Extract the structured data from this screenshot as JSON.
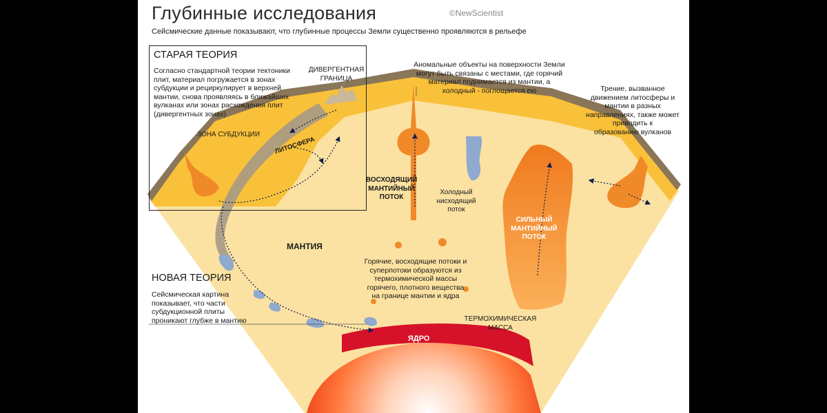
{
  "header": {
    "title": "Глубинные исследования",
    "subtitle": "Сейсмические данные показывают, что глубинные процессы Земли существенно проявляются в рельефе",
    "brand": "©NewScientist"
  },
  "old_theory": {
    "heading": "СТАРАЯ ТЕОРИЯ",
    "text": [
      "Согласно стандартной теории тектоники",
      "плит, материал погружается в зонах",
      "субдукции и рециркулирует в верхней",
      "мантии, снова проявляясь в ближайших",
      "вулканах или зонах расхождения плит",
      "(дивергентных зонах)"
    ]
  },
  "new_theory": {
    "heading": "НОВАЯ ТЕОРИЯ",
    "text": [
      "Сейсмическая картина",
      "показывает, что части",
      "субдукционной плиты",
      "проникают глубже в мантию"
    ]
  },
  "labels": {
    "divergent": [
      "ДИВЕРГЕНТНАЯ",
      "ГРАНИЦА"
    ],
    "subduction": "ЗОНА СУБДУКЦИИ",
    "lithosphere": "ЛИТОСФЕРА",
    "upwelling": [
      "ВОСХОДЯЩИЙ",
      "МАНТИЙНЫЙ",
      "ПОТОК"
    ],
    "cold_down": [
      "Холодный",
      "нисходящий",
      "поток"
    ],
    "mantle": "МАНТИЯ",
    "strong_flow": [
      "СИЛЬНЫЙ",
      "МАНТИЙНЫЙ",
      "ПОТОК"
    ],
    "thermo": [
      "ТЕРМОХИМИЧЕСКАЯ",
      "МАССА"
    ],
    "core": "ЯДРО"
  },
  "annotations": {
    "anomalous": [
      "Аномальные объекты на поверхности Земли",
      "могут быть связаны с местами, где горячий",
      "материал поднимается из мантии, а",
      "холодный - поглощается ею"
    ],
    "friction": [
      "Трение, вызванное",
      "движением литосферы и",
      "мантии в разных",
      "направлениях, также может",
      "приводить к",
      "образованию вулканов"
    ],
    "hot_plumes": [
      "Горячие, восходящие потоки и",
      "суперпотоки образуются из",
      "термохимической массы",
      "горячего, плотного вещества",
      "на границе мантии и ядра"
    ]
  },
  "colors": {
    "mantle": "#fbe2a2",
    "lithosphere": "#f9c13a",
    "crust": "#8a7658",
    "plume": "#f08a28",
    "cold": "#8fa9cf",
    "thermo": "#d6122a",
    "core": "#ff5a1e",
    "arrow": "#15204a"
  }
}
